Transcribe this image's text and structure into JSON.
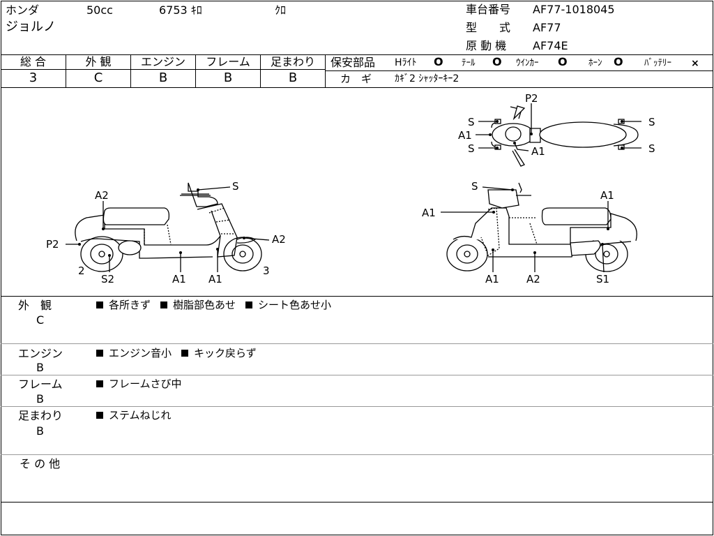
{
  "header": {
    "maker": "ホンダ",
    "displacement": "50cc",
    "mileage": "6753 ｷﾛ",
    "color": "ｸﾛ",
    "model_name": "ジョルノ",
    "frame_label": "車台番号",
    "frame_number": "AF77-1018045",
    "type_label": "型　　式",
    "type_value": "AF77",
    "engine_label": "原 動 機",
    "engine_value": "AF74E"
  },
  "grades": {
    "headers": [
      "総 合",
      "外 観",
      "エンジン",
      "フレーム",
      "足まわり"
    ],
    "values": [
      "3",
      "C",
      "B",
      "B",
      "B"
    ]
  },
  "safety": {
    "label": "保安部品",
    "items": [
      {
        "name": "Hﾗｲﾄ",
        "mark": "O"
      },
      {
        "name": "ﾃｰﾙ",
        "mark": "O"
      },
      {
        "name": "ｳｲﾝｶｰ",
        "mark": "O"
      },
      {
        "name": "ﾎｰﾝ",
        "mark": "O"
      },
      {
        "name": "ﾊﾞｯﾃﾘｰ",
        "mark": "×"
      }
    ],
    "key_label": "カ　ギ",
    "key_value": "ｶｷﾞ2 ｼｬｯﾀｰｷｰ2"
  },
  "diagram": {
    "top": {
      "p2": "P2",
      "s_tl": "S",
      "a1_l": "A1",
      "s_bl": "S",
      "a1_c": "A1",
      "s_tr": "S",
      "s_br": "S"
    },
    "left": {
      "s": "S",
      "a2_top": "A2",
      "p2": "P2",
      "a2_r": "A2",
      "n2": "2",
      "n3": "3",
      "s2": "S2",
      "a1_a": "A1",
      "a1_b": "A1"
    },
    "right": {
      "s": "S",
      "a1_l": "A1",
      "a1_r": "A1",
      "a1_b": "A1",
      "a2_b": "A2",
      "s1": "S1"
    }
  },
  "comments": [
    {
      "label": "外　観",
      "grade": "C",
      "items": [
        "各所きず",
        "樹脂部色あせ",
        "シート色あせ小"
      ]
    },
    {
      "label": "エンジン",
      "grade": "B",
      "items": [
        "エンジン音小",
        "キック戻らず"
      ]
    },
    {
      "label": "フレーム",
      "grade": "B",
      "items": [
        "フレームさび中"
      ]
    },
    {
      "label": "足まわり",
      "grade": "B",
      "items": [
        "ステムねじれ"
      ]
    },
    {
      "label": "そ の 他",
      "grade": "",
      "items": []
    }
  ]
}
